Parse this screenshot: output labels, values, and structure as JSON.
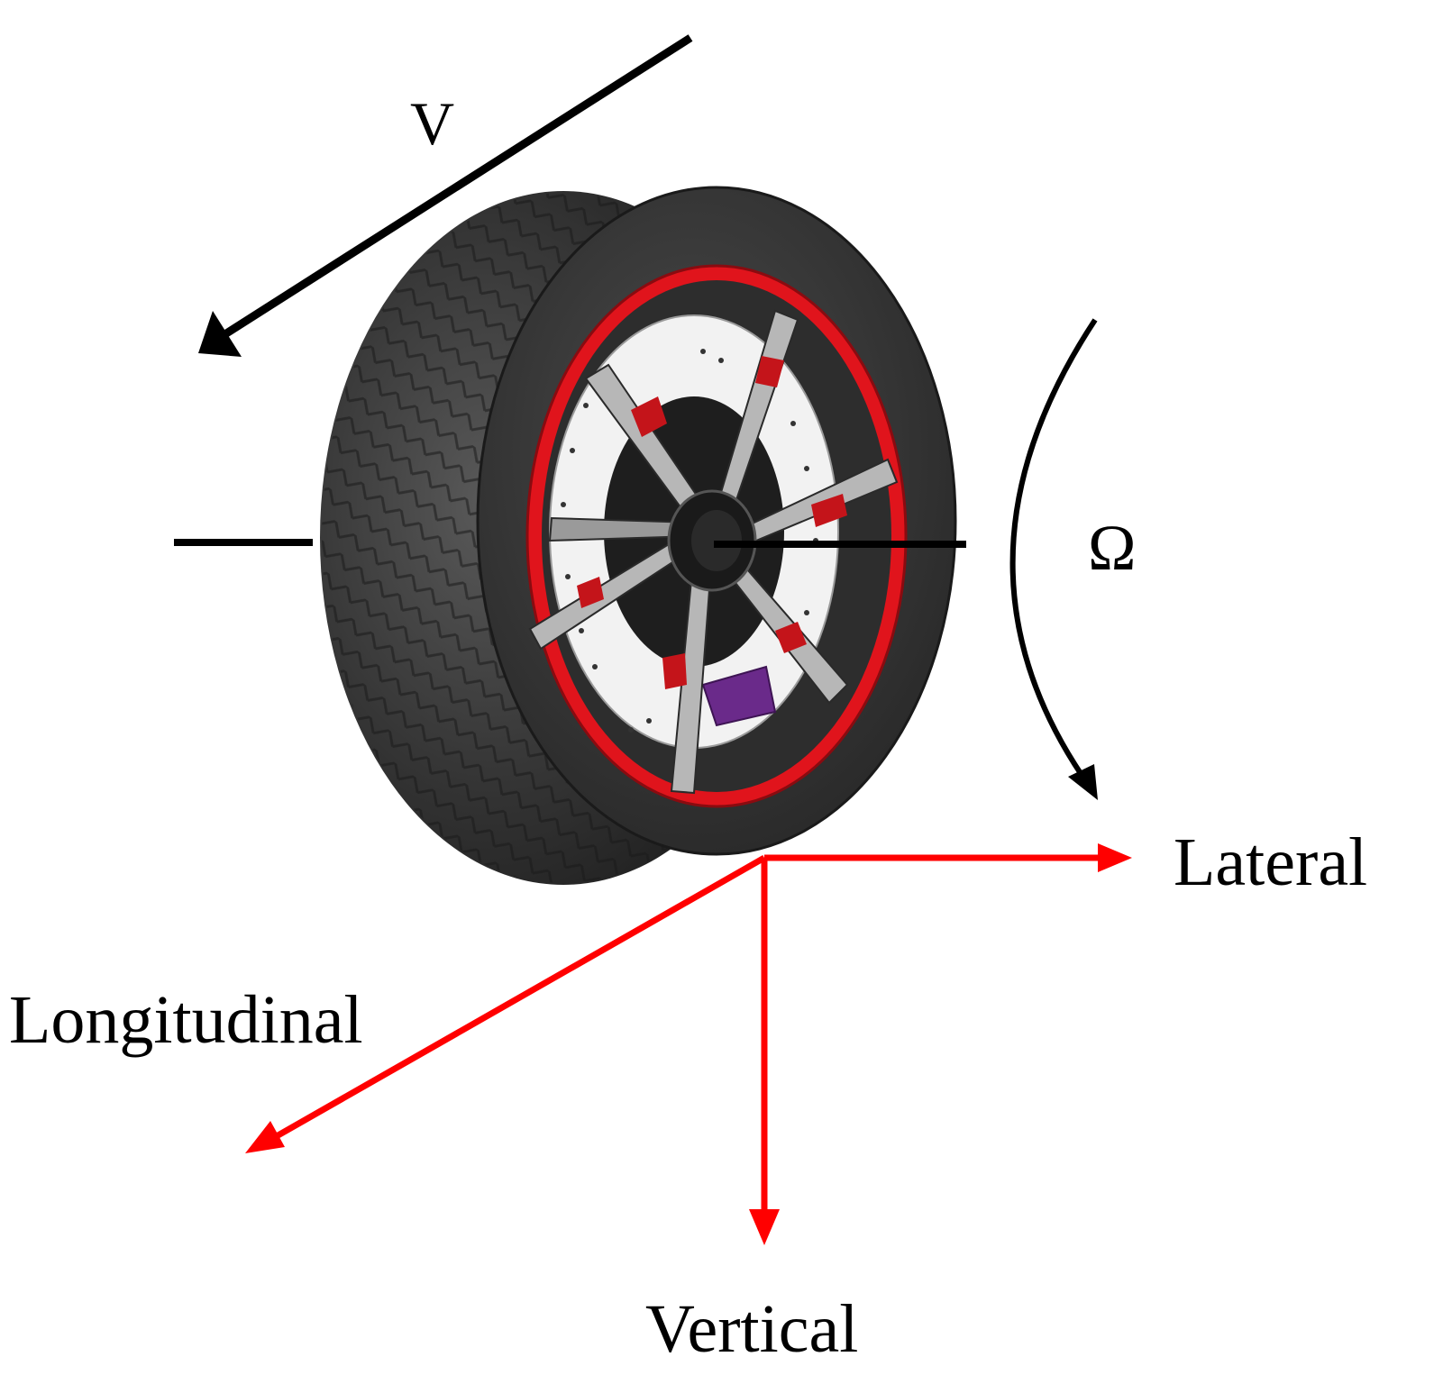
{
  "labels": {
    "velocity": "V",
    "angular_velocity": "Ω",
    "lateral": "Lateral",
    "longitudinal": "Longitudinal",
    "vertical": "Vertical"
  },
  "colors": {
    "axis_arrows": "#ff0000",
    "motion_arrows": "#000000",
    "tire": "#3a3a3a",
    "tire_tread": "#2b2b2b",
    "rim": "#e0141c",
    "spokes": "#b7b7b7",
    "disc": "#f2f2f2",
    "caliper": "#6a2a8a"
  }
}
